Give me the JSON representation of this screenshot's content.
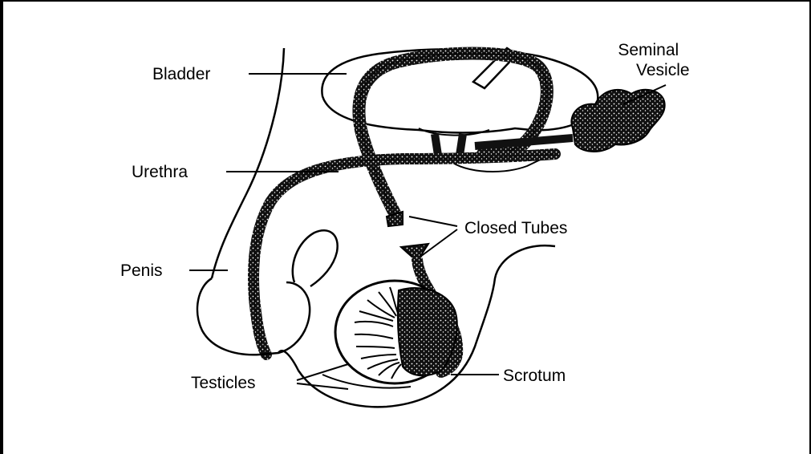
{
  "diagram": {
    "labels": {
      "bladder": "Bladder",
      "seminal_vesicle_line1": "Seminal",
      "seminal_vesicle_line2": "Vesicle",
      "urethra": "Urethra",
      "closed_tubes": "Closed Tubes",
      "penis": "Penis",
      "testicles": "Testicles",
      "scrotum": "Scrotum"
    }
  }
}
